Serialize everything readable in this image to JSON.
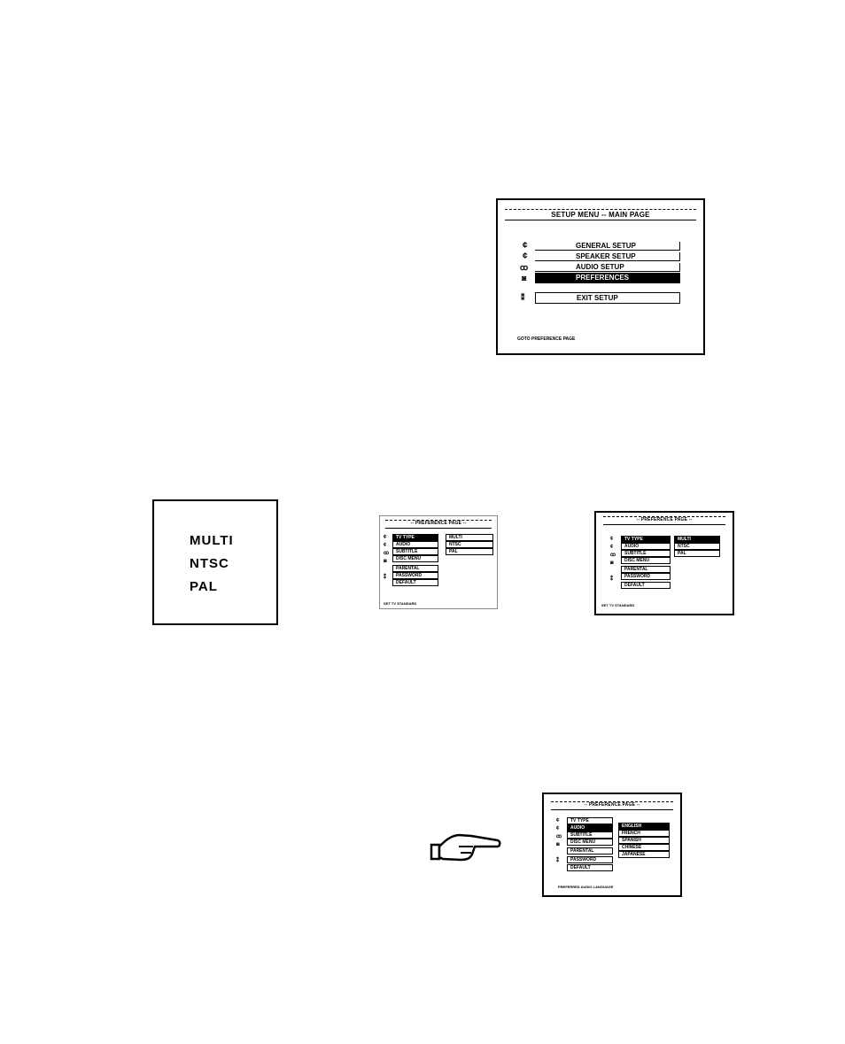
{
  "main_menu": {
    "title": "SETUP MENU -- MAIN PAGE",
    "items": [
      "GENERAL SETUP",
      "SPEAKER SETUP",
      "AUDIO SETUP",
      "PREFERENCES"
    ],
    "exit": "EXIT SETUP",
    "footer": "GOTO PREFERENCE PAGE",
    "selected_index": 3
  },
  "tv_type_options": [
    "MULTI",
    "NTSC",
    "PAL"
  ],
  "pref_screen_a": {
    "title": "-- PREFERENCE PAGE --",
    "items": [
      "TV TYPE",
      "AUDIO",
      "SUBTITLE",
      "DISC MENU",
      "PARENTAL",
      "PASSWORD",
      "DEFAULT"
    ],
    "submenu": [
      "MULTI",
      "NTSC",
      "PAL"
    ],
    "footer": "SET TV STANDARD"
  },
  "pref_screen_b": {
    "title": "-- PREFERENCE PAGE --",
    "items": [
      "TV TYPE",
      "AUDIO",
      "SUBTITLE",
      "DISC MENU",
      "PARENTAL",
      "PASSWORD",
      "DEFAULT"
    ],
    "submenu": [
      "MULTI",
      "NTSC",
      "PAL"
    ],
    "footer": "SET TV STANDARD"
  },
  "pref_screen_c": {
    "title": "-- PREFERENCE PAGE --",
    "items": [
      "TV TYPE",
      "AUDIO",
      "SUBTITLE",
      "DISC MENU",
      "PARENTAL",
      "PASSWORD",
      "DEFAULT"
    ],
    "submenu": [
      "ENGLISH",
      "FRENCH",
      "SPANISH",
      "CHINESE",
      "JAPANESE"
    ],
    "footer": "PREFERRED AUDIO LANGUAGE"
  }
}
